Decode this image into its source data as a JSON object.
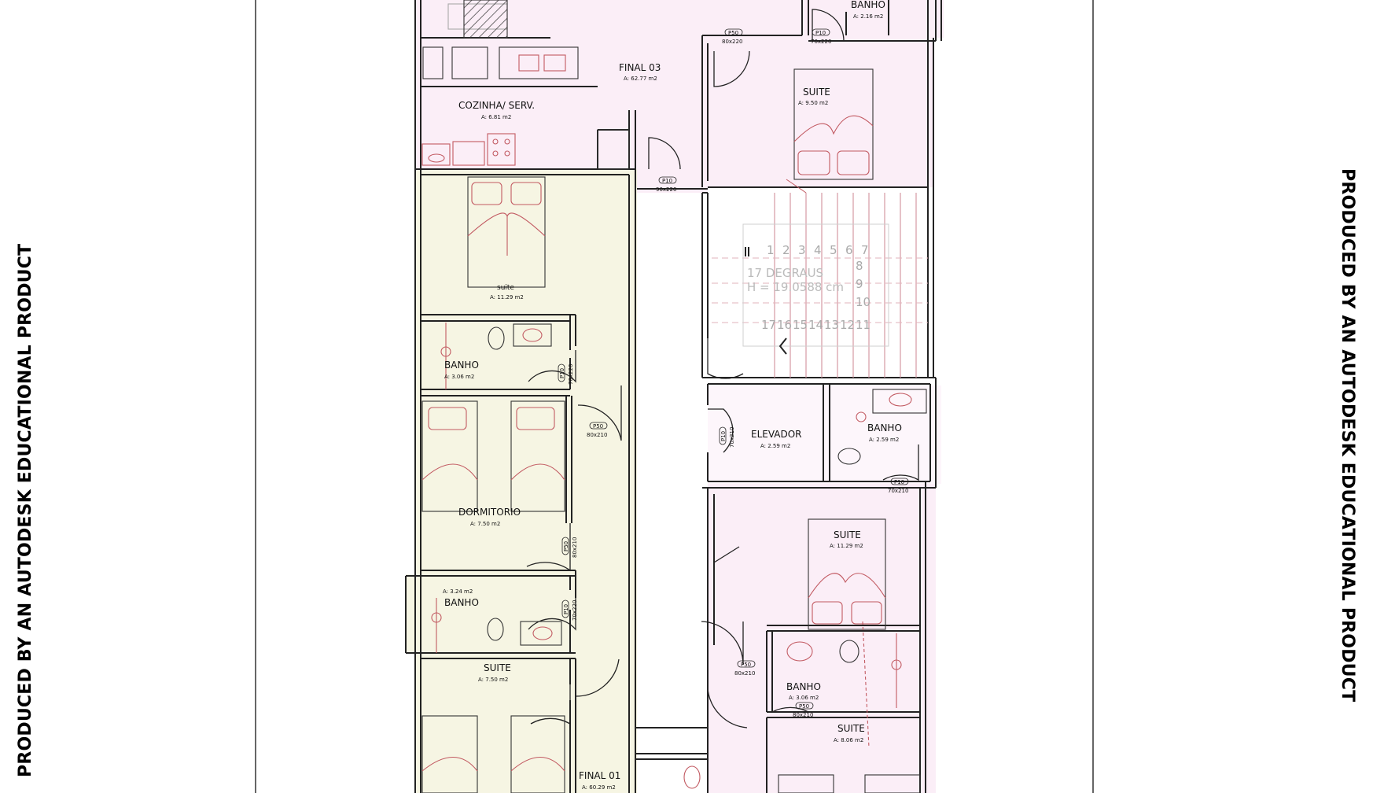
{
  "watermark": {
    "left": "PRODUCED BY AN AUTODESK EDUCATIONAL PRODUCT",
    "right": "PRODUCED BY AN AUTODESK EDUCATIONAL PRODUCT"
  },
  "colors": {
    "pink_unit": "#fbeef7",
    "yellow_unit": "#f6f5e3",
    "wall": "#222222",
    "furniture": "#c25a62"
  },
  "rooms": {
    "banho_top": {
      "name": "BANHO",
      "area": "A: 2.16 m2"
    },
    "final03": {
      "name": "FINAL 03",
      "area": "A: 62.77 m2"
    },
    "cozinha": {
      "name": "COZINHA/ SERV.",
      "area": "A: 6.81 m2"
    },
    "suite_top": {
      "name": "SUITE",
      "area": "A: 9.50 m2"
    },
    "suite_y1": {
      "name": "suite",
      "area": "A: 11.29 m2"
    },
    "banho_y1": {
      "name": "BANHO",
      "area": "A: 3.06 m2"
    },
    "dormitorio": {
      "name": "DORMITORIO",
      "area": "A: 7.50 m2"
    },
    "banho_y2": {
      "name": "BANHO",
      "area": "A: 3.24 m2"
    },
    "suite_y2": {
      "name": "SUITE",
      "area": "A: 7.50 m2"
    },
    "final01": {
      "name": "FINAL 01",
      "area": "A: 60.29 m2"
    },
    "elevador": {
      "name": "ELEVADOR",
      "area": "A: 2.59 m2"
    },
    "banho_r1": {
      "name": "BANHO",
      "area": "A: 2.59 m2"
    },
    "suite_r1": {
      "name": "SUITE",
      "area": "A: 11.29 m2"
    },
    "banho_r2": {
      "name": "BANHO",
      "area": "A: 3.06 m2"
    },
    "suite_r2": {
      "name": "SUITE",
      "area": "A: 8.06 m2"
    }
  },
  "doors": {
    "d1": {
      "code": "P50",
      "size": "80x220"
    },
    "d2": {
      "code": "P10",
      "size": "70x220"
    },
    "d3": {
      "code": "P10",
      "size": "90x220"
    },
    "d4": {
      "code": "P10",
      "size": "70x220"
    },
    "d5": {
      "code": "P50",
      "size": "80x210"
    },
    "d6": {
      "code": "P50",
      "size": "80x210"
    },
    "d7": {
      "code": "P10",
      "size": "70x220"
    },
    "d8": {
      "code": "P10",
      "size": "70x210"
    },
    "d9": {
      "code": "P50",
      "size": "80x210"
    },
    "d10": {
      "code": "P10",
      "size": "70x210"
    },
    "d11": {
      "code": "P50",
      "size": "80x210"
    }
  },
  "stair": {
    "line1": "17 DEGRAUS",
    "line2": "H = 19.0588 cm",
    "numbers_top": [
      "1",
      "2",
      "3",
      "4",
      "5",
      "6",
      "7"
    ],
    "numbers_side": [
      "8",
      "9",
      "10"
    ],
    "numbers_bottom": [
      "17",
      "16",
      "15",
      "14",
      "13",
      "12",
      "11"
    ]
  }
}
